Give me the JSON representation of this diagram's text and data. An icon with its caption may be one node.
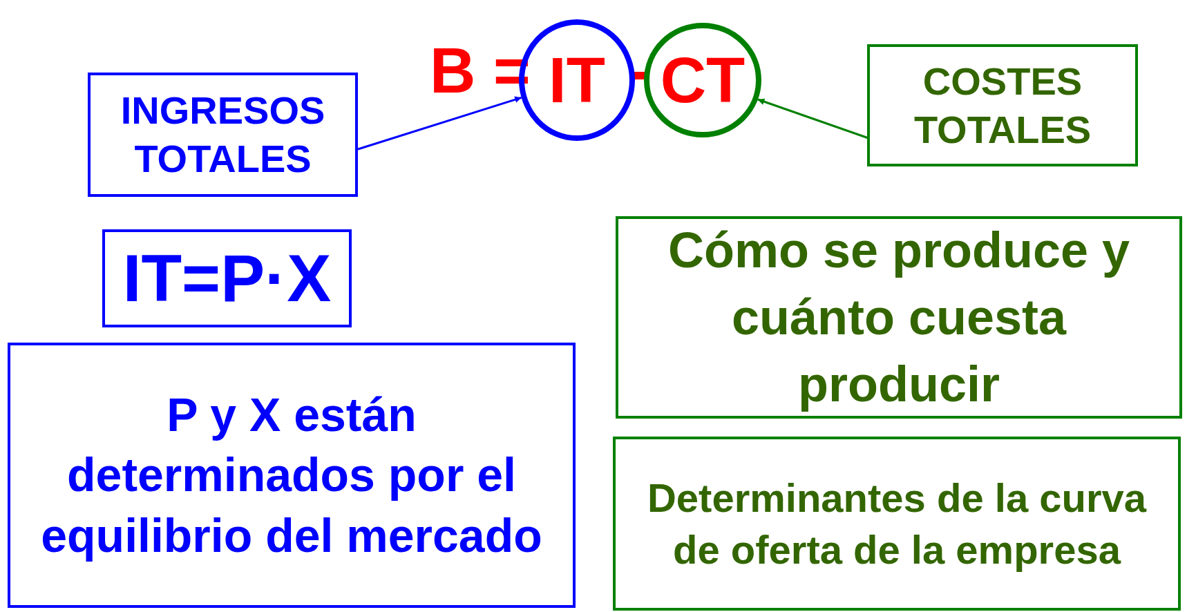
{
  "diagram": {
    "nodes": [
      {
        "text": [
          "INGRESOS TOTALES"
        ]
      },
      {
        "text": [
          "IT"
        ]
      },
      {
        "text": [
          "CT"
        ]
      },
      {
        "text": [
          "COSTES TOTALES"
        ]
      },
      {
        "text": [
          "IT=P·X"
        ]
      },
      {
        "text": [
          "P y X están determinados por el equilibrio del mercado"
        ]
      },
      {
        "text": [
          "Cómo se produce y cuánto cuesta producir"
        ]
      },
      {
        "text": [
          "Determinantes de la curva de oferta de la empresa"
        ]
      }
    ],
    "edges": [
      {
        "from": 0,
        "to": 1,
        "arrow": "to",
        "color": "#0000ff"
      },
      {
        "from": 3,
        "to": 2,
        "arrow": "to",
        "color": "#008000"
      }
    ],
    "labels": [
      "B =",
      "-"
    ]
  }
}
